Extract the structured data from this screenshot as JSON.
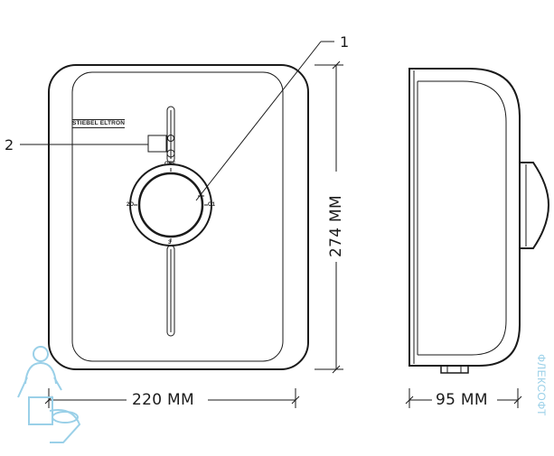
{
  "front_view": {
    "brand_text": "STIEBEL ELTRON",
    "dial_labels": {
      "top": "OFF",
      "left": "2O",
      "right": "O1",
      "bottom": "3"
    }
  },
  "callouts": {
    "one": "1",
    "two": "2"
  },
  "dimensions": {
    "width": "220 MM",
    "height": "274 MM",
    "depth": "95 MM"
  },
  "watermark": {
    "text": "ФЛЕКСОФТ"
  },
  "colors": {
    "line": "#1a1a1a",
    "watermark": "#9ad0e8"
  },
  "icons": {
    "mascot": "plumber-mascot-icon"
  }
}
